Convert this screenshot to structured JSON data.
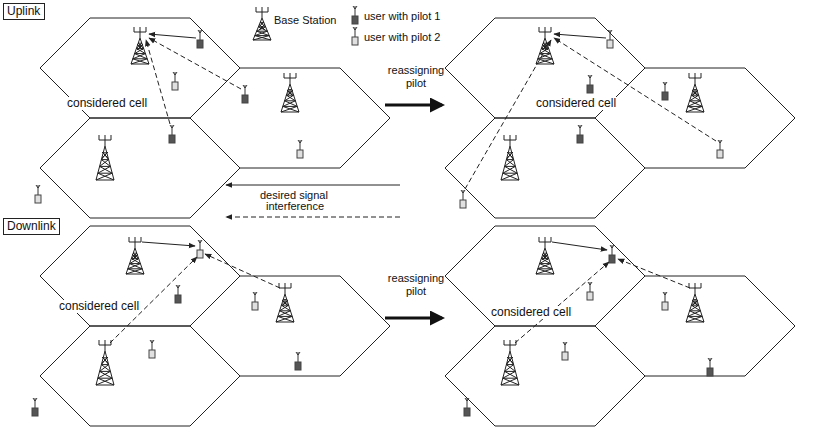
{
  "diagram": {
    "nodes": [
      {
        "text": [
          "Uplink"
        ]
      },
      {
        "text": [
          "Downlink"
        ]
      }
    ],
    "labels": [
      "considered cell",
      "reassigning pilot",
      "considered cell",
      "considered cell",
      "reassigning pilot",
      "considered cell"
    ],
    "legend": [
      {
        "text": "Base Station"
      },
      {
        "text": "user with pilot 1",
        "color": "#555555"
      },
      {
        "text": "user with pilot 2",
        "color": "#e0e0e0"
      },
      {
        "text": "desired signal"
      },
      {
        "text": "interference"
      }
    ]
  }
}
